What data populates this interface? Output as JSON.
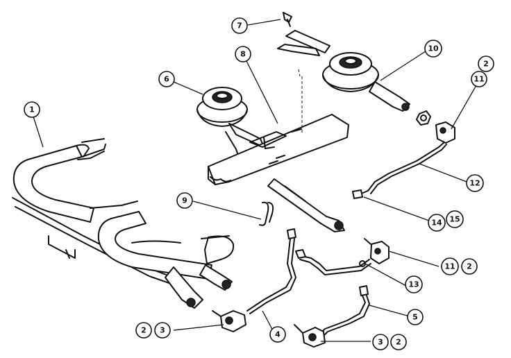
{
  "diagram": {
    "callouts": {
      "c1": "1",
      "c2_top": "2",
      "c2_right": "2",
      "c2_left": "2",
      "c2_bottom": "2",
      "c3_left": "3",
      "c3_bottom": "3",
      "c4": "4",
      "c5": "5",
      "c6": "6",
      "c7": "7",
      "c8": "8",
      "c9": "9",
      "c10": "10",
      "c11_top": "11",
      "c11_mid": "11",
      "c12": "12",
      "c13": "13",
      "c14": "14",
      "c15": "15"
    }
  }
}
